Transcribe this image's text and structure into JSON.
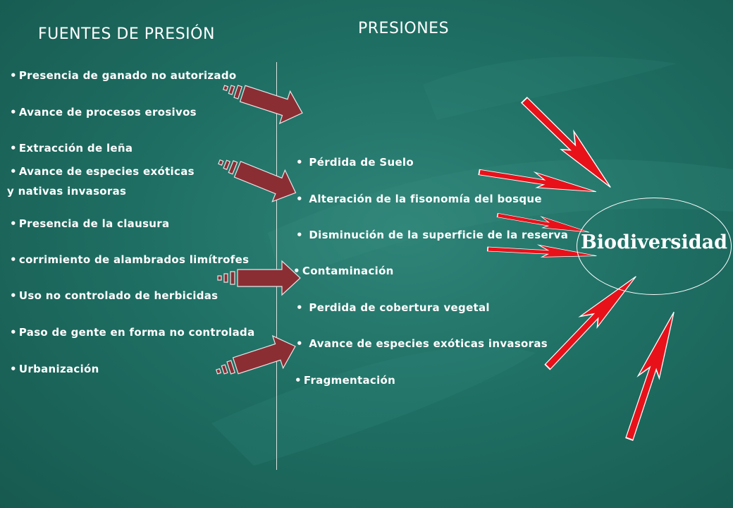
{
  "headings": {
    "sources": "FUENTES DE PRESIÓN",
    "pressures": "PRESIONES"
  },
  "bullet": "•",
  "sources": [
    "Presencia de ganado no autorizado",
    "Avance de procesos erosivos",
    "Extracción de leña",
    "Avance de especies exóticas",
    "Presencia de la clausura",
    "corrimiento de alambrados limítrofes",
    "Uso no controlado de herbicidas",
    "Paso de gente en forma  no controlada",
    "Urbanización"
  ],
  "sources_continuation": "y nativas invasoras",
  "pressures": [
    "Pérdida de Suelo",
    "Alteración de la fisonomía del bosque",
    "Disminución de la superficie de la reserva",
    "Contaminación",
    "Perdida de cobertura vegetal",
    "Avance de especies exóticas invasoras",
    "Fragmentación"
  ],
  "target": "Biodiversidad",
  "colors": {
    "background": "#1f6f64",
    "arrow_fill": "#8b2e34",
    "lightning_fill": "#e8111a"
  }
}
